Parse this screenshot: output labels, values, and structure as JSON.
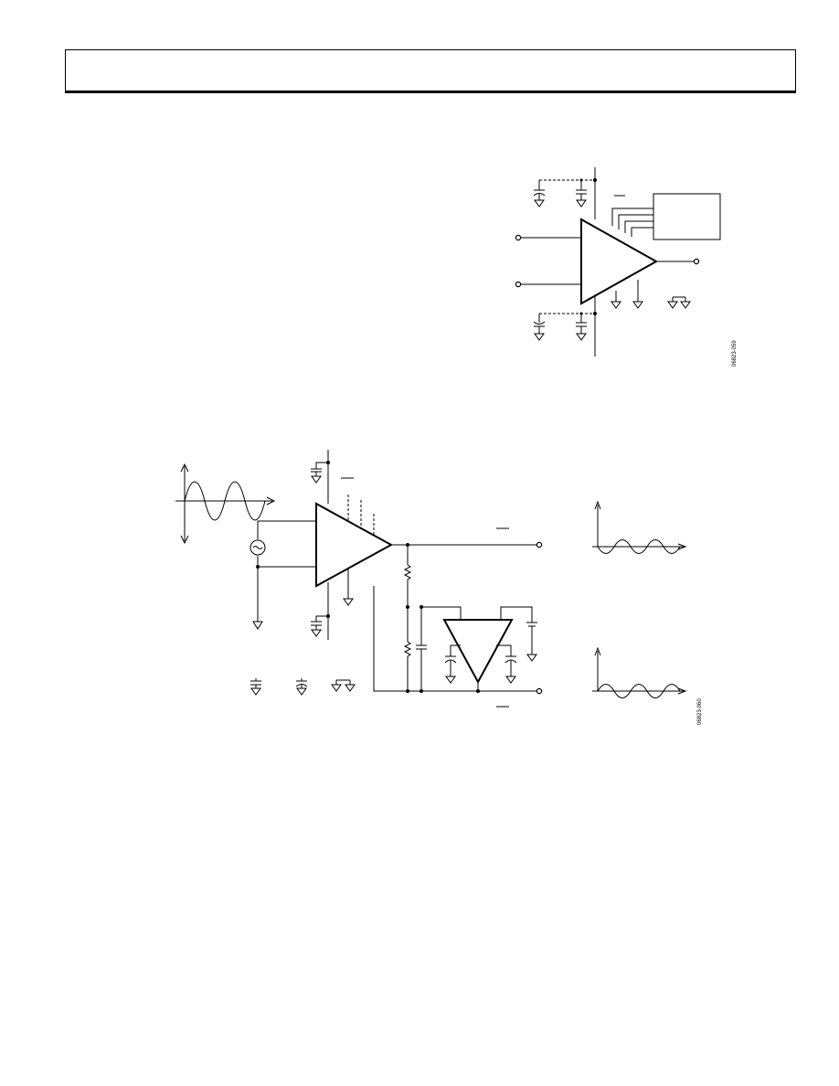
{
  "figures": [
    {
      "id": "fig1",
      "figure_number": "06823-059"
    },
    {
      "id": "fig2",
      "figure_number": "06823-060"
    }
  ]
}
